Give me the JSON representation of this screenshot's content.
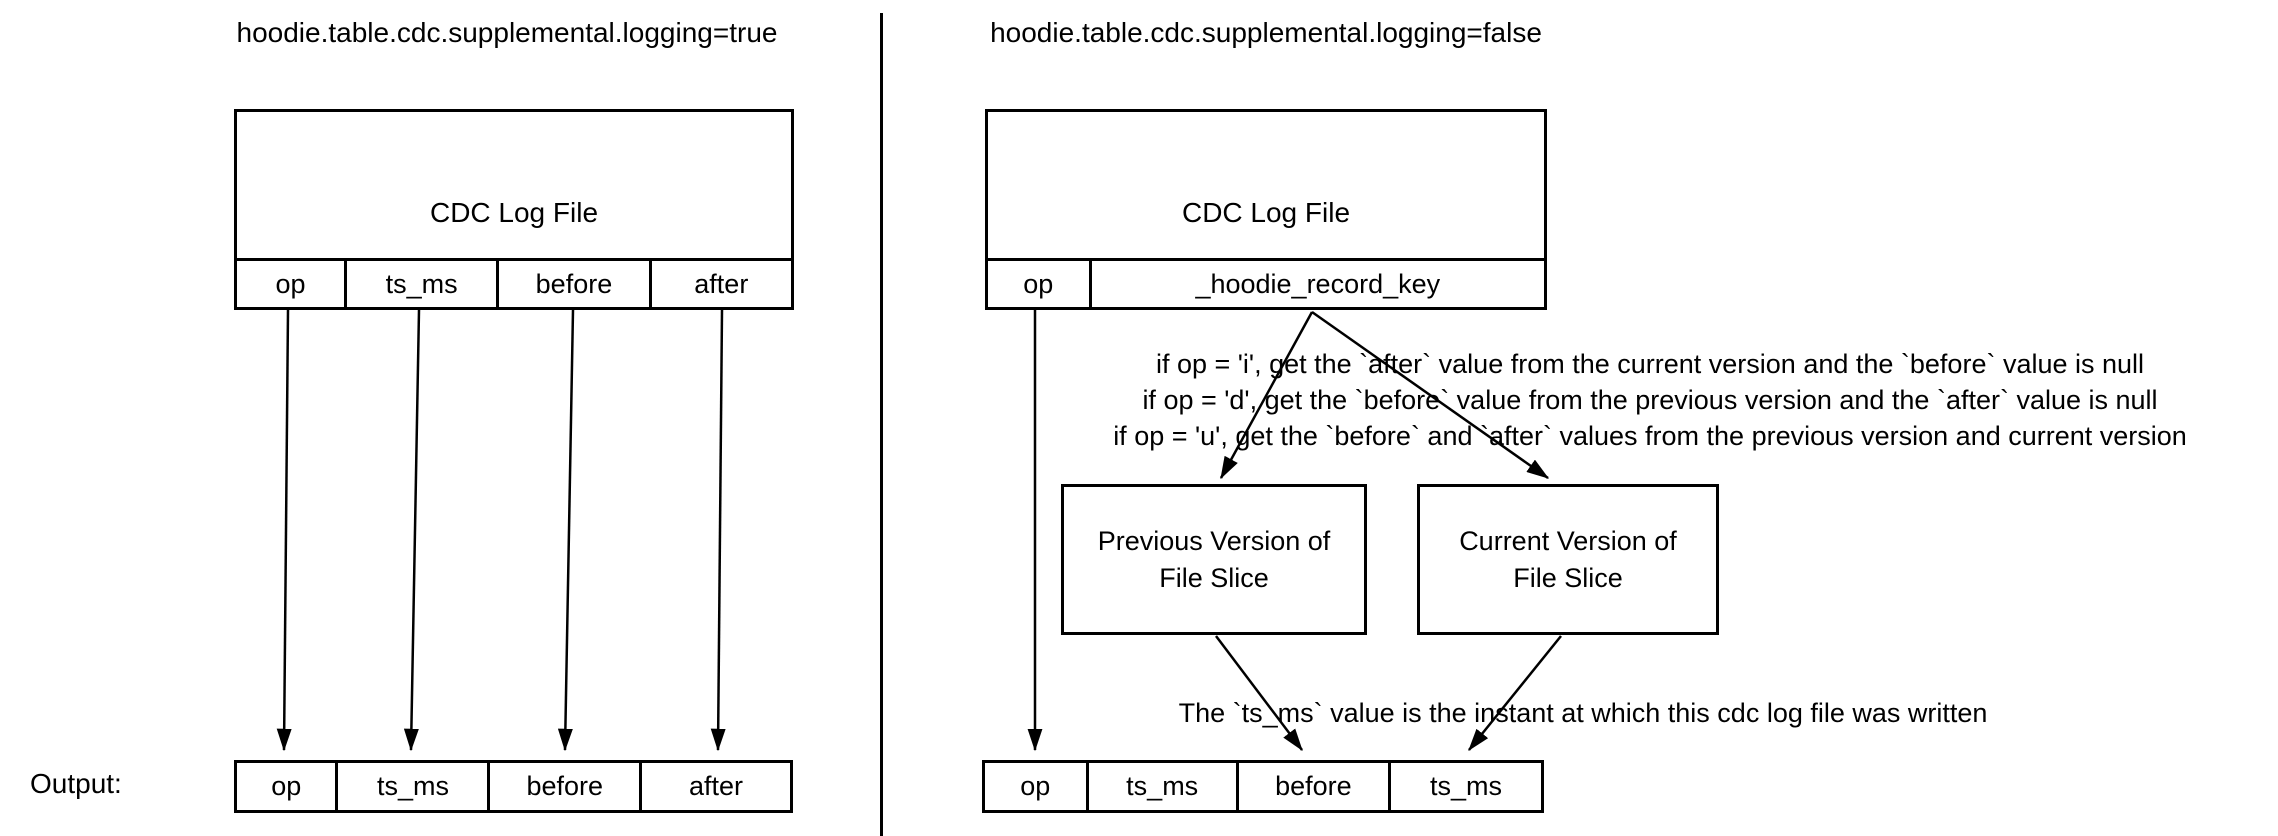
{
  "colors": {
    "ink": "#000000",
    "background": "#ffffff"
  },
  "left": {
    "title": "hoodie.table.cdc.supplemental.logging=true",
    "log_box": {
      "label": "CDC Log File",
      "columns": [
        "op",
        "ts_ms",
        "before",
        "after"
      ]
    },
    "output_label": "Output:",
    "output_columns": [
      "op",
      "ts_ms",
      "before",
      "after"
    ]
  },
  "right": {
    "title": "hoodie.table.cdc.supplemental.logging=false",
    "log_box": {
      "label": "CDC Log File",
      "columns": [
        "op",
        "_hoodie_record_key"
      ]
    },
    "rules": [
      "if op = 'i', get the `after` value from the current version and the `before` value is null",
      "if op = 'd', get the `before` value from the previous version  and the `after` value is null",
      "if op = 'u', get the `before` and `after` values from the previous version and current version"
    ],
    "previous_box": {
      "line1": "Previous Version of",
      "line2": "File Slice"
    },
    "current_box": {
      "line1": "Current Version of",
      "line2": "File Slice"
    },
    "ts_note": "The `ts_ms` value is the instant at which this cdc log file was written",
    "output_columns": [
      "op",
      "ts_ms",
      "before",
      "ts_ms"
    ]
  }
}
